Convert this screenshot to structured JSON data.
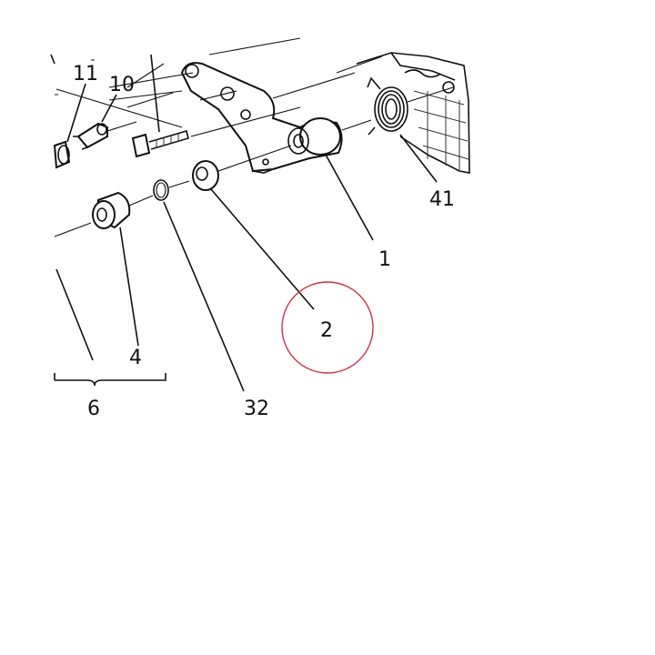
{
  "callouts": {
    "c11": "11",
    "c10": "10",
    "c41": "41",
    "c1": "1",
    "c2": "2",
    "c4": "4",
    "c6": "6",
    "c32": "32"
  },
  "colors": {
    "line": "#111111",
    "highlight_circle": "#cc3344",
    "background": "#ffffff"
  },
  "highlighted_callout": "2"
}
